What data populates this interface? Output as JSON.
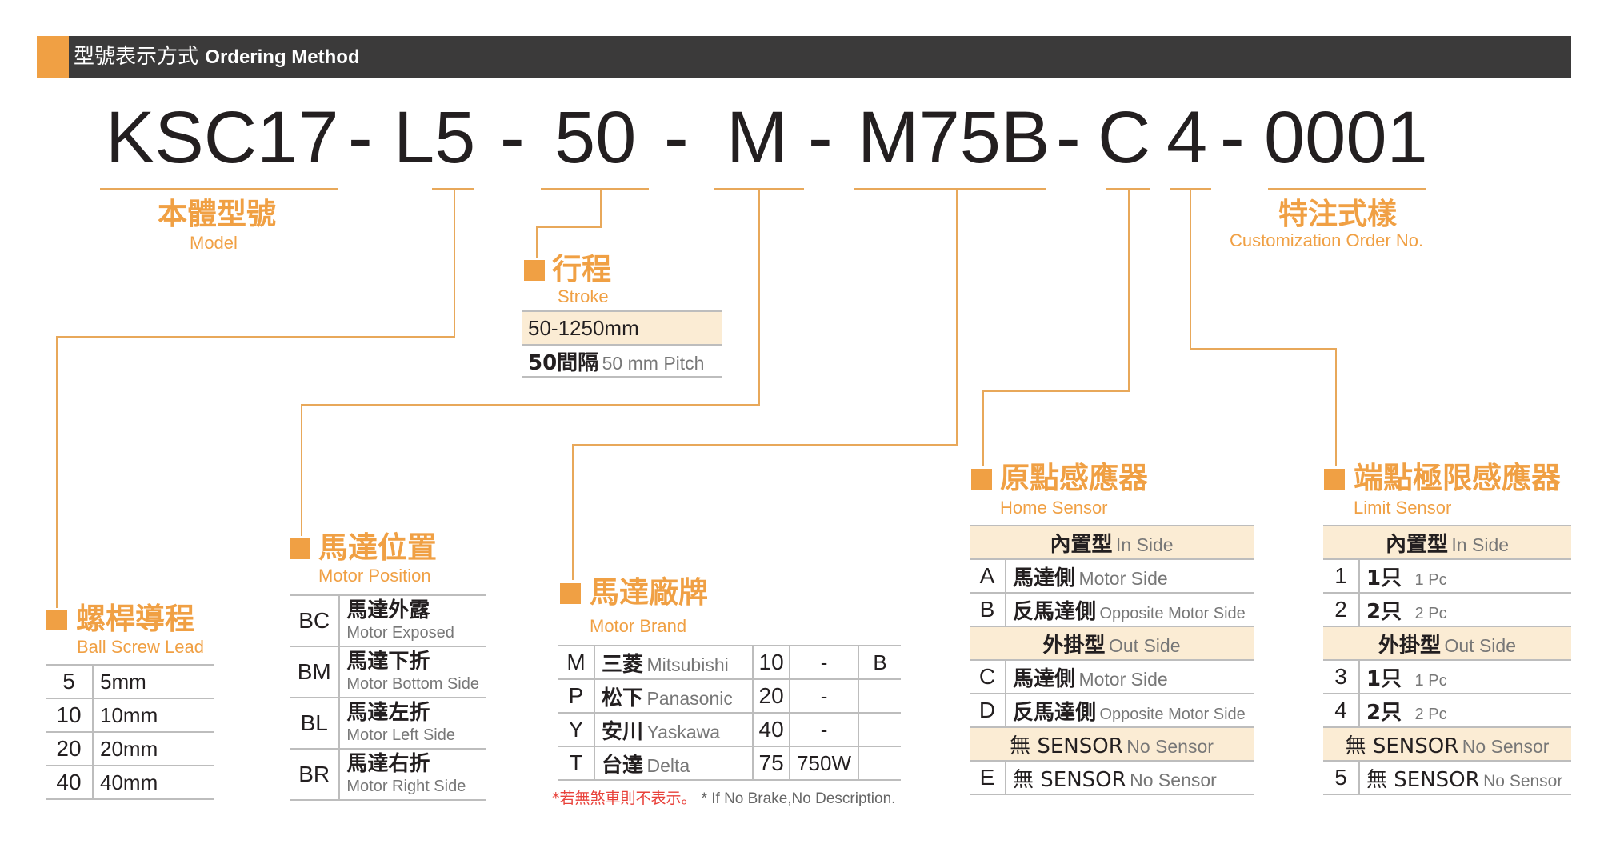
{
  "header": {
    "title_zh": "型號表示方式",
    "title_en": "Ordering Method"
  },
  "code": {
    "model": "KSC17",
    "sep": "-",
    "lead": "L5",
    "stroke": "50",
    "motor_position": "M",
    "motor": "M75B",
    "home_sensor": "C",
    "limit_sensor": "4",
    "custom": "0001"
  },
  "model": {
    "zh": "本體型號",
    "en": "Model"
  },
  "custom_order": {
    "zh": "特注式樣",
    "en": "Customization Order No."
  },
  "stroke": {
    "zh": "行程",
    "en": "Stroke",
    "range": "50-1250mm",
    "pitch_zh": "50間隔",
    "pitch_en": "50 mm Pitch"
  },
  "lead": {
    "zh": "螺桿導程",
    "en": "Ball Screw Lead",
    "rows": [
      {
        "key": "5",
        "value": "5mm"
      },
      {
        "key": "10",
        "value": "10mm"
      },
      {
        "key": "20",
        "value": "20mm"
      },
      {
        "key": "40",
        "value": "40mm"
      }
    ]
  },
  "motor_position": {
    "zh": "馬達位置",
    "en": "Motor Position",
    "rows": [
      {
        "key": "BC",
        "zh": "馬達外露",
        "en": "Motor Exposed"
      },
      {
        "key": "BM",
        "zh": "馬達下折",
        "en": "Motor Bottom Side"
      },
      {
        "key": "BL",
        "zh": "馬達左折",
        "en": "Motor Left Side"
      },
      {
        "key": "BR",
        "zh": "馬達右折",
        "en": "Motor Right Side"
      }
    ]
  },
  "motor_brand": {
    "zh": "馬達廠牌",
    "en": "Motor Brand",
    "rows": [
      {
        "key": "M",
        "zh": "三菱",
        "en": "Mitsubishi",
        "w": "10",
        "wv": "-",
        "b": "B"
      },
      {
        "key": "P",
        "zh": "松下",
        "en": "Panasonic",
        "w": "20",
        "wv": "-",
        "b": ""
      },
      {
        "key": "Y",
        "zh": "安川",
        "en": "Yaskawa",
        "w": "40",
        "wv": "-",
        "b": ""
      },
      {
        "key": "T",
        "zh": "台達",
        "en": "Delta",
        "w": "75",
        "wv": "750W",
        "b": ""
      }
    ],
    "note_zh": "*若無煞車則不表示。",
    "note_en": "* If No Brake,No Description."
  },
  "home_sensor": {
    "zh": "原點感應器",
    "en": "Home Sensor",
    "in_zh": "內置型",
    "in_en": "In Side",
    "in_rows": [
      {
        "key": "A",
        "zh": "馬達側",
        "en": "Motor Side"
      },
      {
        "key": "B",
        "zh": "反馬達側",
        "en": "Opposite Motor Side"
      }
    ],
    "out_zh": "外掛型",
    "out_en": "Out Side",
    "out_rows": [
      {
        "key": "C",
        "zh": "馬達側",
        "en": "Motor Side"
      },
      {
        "key": "D",
        "zh": "反馬達側",
        "en": "Opposite Motor Side"
      }
    ],
    "none_zh": "無 SENSOR",
    "none_en": "No Sensor",
    "e_key": "E",
    "e_zh": "無  SENSOR",
    "e_en": "No Sensor"
  },
  "limit_sensor": {
    "zh": "端點極限感應器",
    "en": "Limit Sensor",
    "in_zh": "內置型",
    "in_en": "In Side",
    "in_rows": [
      {
        "key": "1",
        "zh": "1只",
        "en": "1 Pc"
      },
      {
        "key": "2",
        "zh": "2只",
        "en": "2 Pc"
      }
    ],
    "out_zh": "外掛型",
    "out_en": "Out Side",
    "out_rows": [
      {
        "key": "3",
        "zh": "1只",
        "en": "1 Pc"
      },
      {
        "key": "4",
        "zh": "2只",
        "en": "2 Pc"
      }
    ],
    "none_zh": "無 SENSOR",
    "none_en": "No Sensor",
    "e_key": "5",
    "e_zh": "無 SENSOR",
    "e_en": "No Sensor"
  }
}
